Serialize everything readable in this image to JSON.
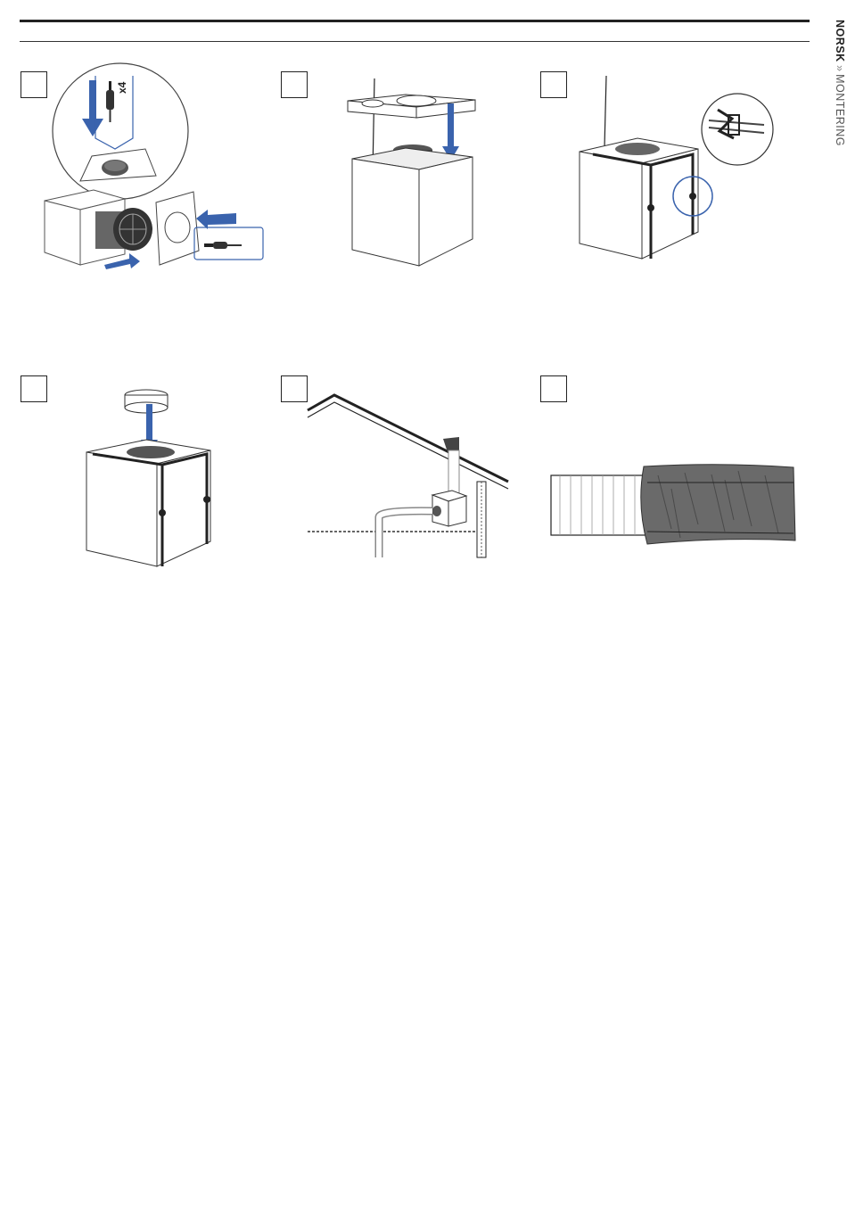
{
  "header": {
    "brand": "NORSK",
    "separator": "»",
    "section": "MONTERING"
  },
  "steps": [
    {
      "id": 1,
      "icon": "fan-mounting-illustration",
      "callout_text": "x4"
    },
    {
      "id": 2,
      "icon": "lid-placement-illustration"
    },
    {
      "id": 3,
      "icon": "strap-clip-illustration"
    },
    {
      "id": 4,
      "icon": "collar-insert-illustration"
    },
    {
      "id": 5,
      "icon": "attic-installation-illustration"
    },
    {
      "id": 6,
      "icon": "insulated-duct-illustration"
    }
  ],
  "colors": {
    "accent": "#3a63ad",
    "line": "#222222",
    "ink_gray": "#666666"
  }
}
